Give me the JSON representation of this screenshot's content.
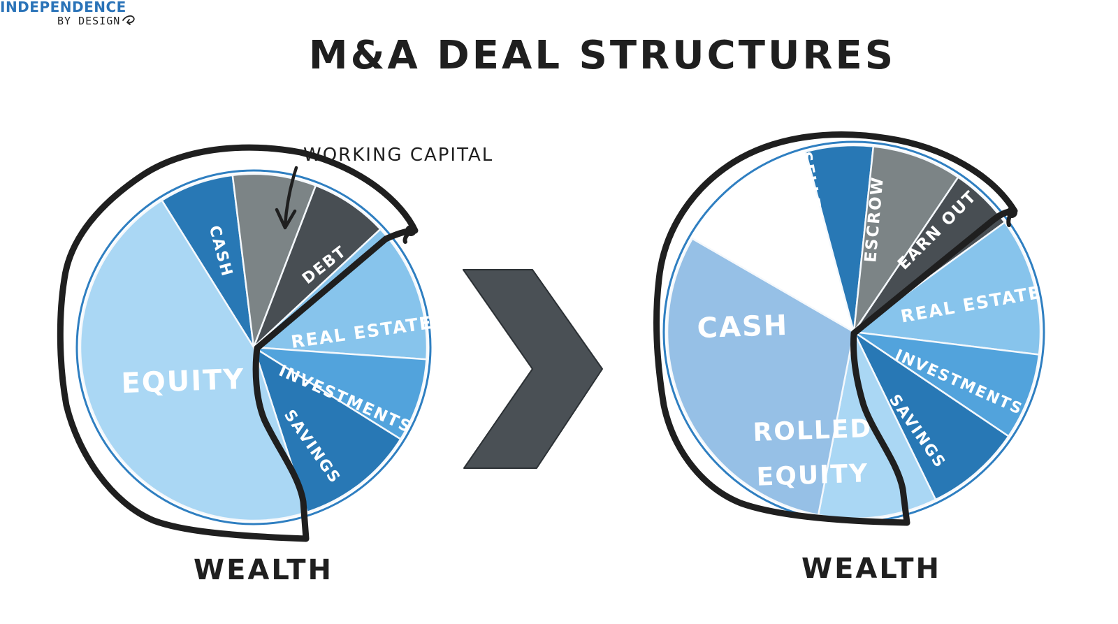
{
  "logo": {
    "top": "INDEPENDENCE",
    "bottom": "BY DESIGN",
    "icon": "curl-arrow-icon",
    "color": "#2a73b8"
  },
  "title": "M&A DEAL STRUCTURES",
  "callout": "WORKING CAPITAL",
  "arrow_icon": "chevron-right-icon",
  "colors": {
    "ink": "#1f1f1f",
    "chevron": "#4a5055",
    "rim": "#2f7fc1",
    "slice_line": "#f4f8fc"
  },
  "left_pie": {
    "label": "WEALTH",
    "slices": [
      {
        "label": "CASH",
        "color": "#2878b5",
        "text_color": "#ffffff"
      },
      {
        "label": "",
        "color": "#7c8486",
        "text_color": "#ffffff"
      },
      {
        "label": "DEBT",
        "color": "#484e53",
        "text_color": "#ffffff"
      },
      {
        "label": "REAL ESTATE",
        "color": "#87c4ec",
        "text_color": "#ffffff"
      },
      {
        "label": "INVESTMENTS",
        "color": "#52a3dc",
        "text_color": "#ffffff"
      },
      {
        "label": "SAVINGS",
        "color": "#2878b5",
        "text_color": "#ffffff"
      },
      {
        "label": "EQUITY",
        "color": "#aad7f4",
        "text_color": "#ffffff"
      }
    ]
  },
  "right_pie": {
    "label": "WEALTH",
    "slices": [
      {
        "label": "SELLER'S NOTE",
        "color": "#2878b5",
        "text_color": "#ffffff"
      },
      {
        "label": "ESCROW",
        "color": "#7c8486",
        "text_color": "#ffffff"
      },
      {
        "label": "EARN OUT",
        "color": "#484e53",
        "text_color": "#ffffff"
      },
      {
        "label": "REAL ESTATE",
        "color": "#87c4ec",
        "text_color": "#ffffff"
      },
      {
        "label": "INVESTMENTS",
        "color": "#52a3dc",
        "text_color": "#ffffff"
      },
      {
        "label": "SAVINGS",
        "color": "#2878b5",
        "text_color": "#ffffff"
      },
      {
        "label": "ROLLED EQUITY",
        "color": "#aad7f4",
        "text_color": "#ffffff"
      },
      {
        "label": "CASH",
        "color": "#96c0e6",
        "text_color": "#ffffff"
      }
    ]
  }
}
